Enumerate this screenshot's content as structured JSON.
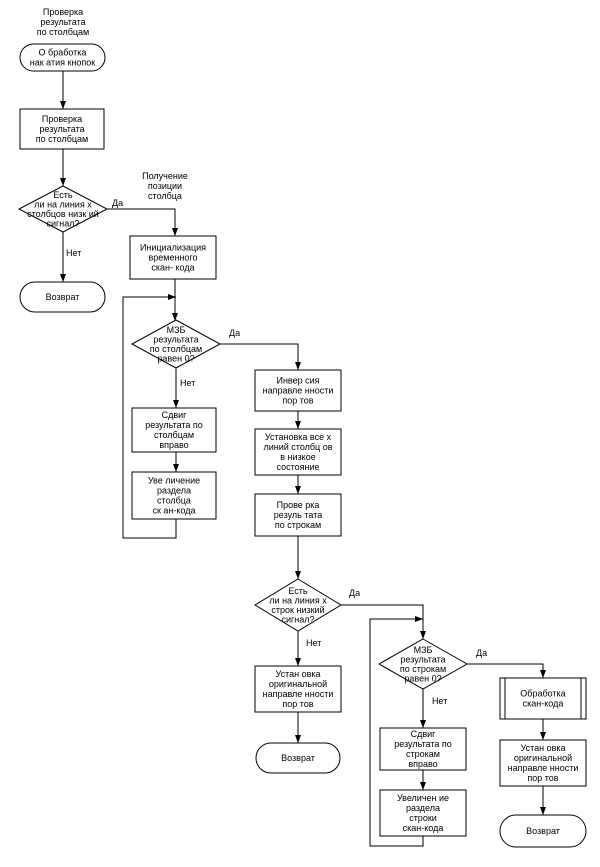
{
  "title": [
    "Проверка",
    "результата",
    "по столбцам"
  ],
  "nodes": {
    "start": [
      "О бработка",
      "нак атия кнопок"
    ],
    "check_cols": [
      "Проверка",
      "результата",
      "по столбцам"
    ],
    "dec_low_col": [
      "Есть",
      "ли на линия х",
      "столбцов низк ий",
      "сигнал?"
    ],
    "ret1": [
      "Возврат"
    ],
    "get_pos_note": [
      "Получение",
      "позиции",
      "столбца"
    ],
    "init_temp": [
      "Инициализация",
      "временного",
      "скан- кода"
    ],
    "dec_lsb_col": [
      "МЗБ",
      "результата",
      "по столбцам",
      "равен 0?"
    ],
    "shift_col": [
      "Сдвиг",
      "результата по",
      "столбцам",
      "вправо"
    ],
    "inc_col": [
      "Уве личение",
      "раздела",
      "столбца",
      "ск ан-кода"
    ],
    "invert": [
      "Инвер сия",
      "направле нности",
      "пор тов"
    ],
    "set_cols": [
      "Установка все х",
      "линий столбц ов",
      "в низкое",
      "состояние"
    ],
    "check_rows": [
      "Прове рка",
      "резуль тата",
      "по строкам"
    ],
    "dec_low_row": [
      "Есть",
      "ли на линия х",
      "строк низкий",
      "сигнал?"
    ],
    "restore1": [
      "Устан овка",
      "оригинальной",
      "направле нности",
      "пор тов"
    ],
    "ret2": [
      "Возврат"
    ],
    "dec_lsb_row": [
      "МЗБ",
      "результата",
      "по строкам",
      "равен 0?"
    ],
    "shift_row": [
      "Сдвиг",
      "результата по",
      "строкам",
      "вправо"
    ],
    "inc_row": [
      "Увеличен ие",
      "раздела",
      "строки",
      "скан-кода"
    ],
    "process": [
      "Обработка",
      "скан-кода"
    ],
    "restore2": [
      "Устан овка",
      "оригинальной",
      "направле нности",
      "пор тов"
    ],
    "ret3": [
      "Возврат"
    ]
  },
  "labels": {
    "yes": "Да",
    "no": "Нет"
  }
}
